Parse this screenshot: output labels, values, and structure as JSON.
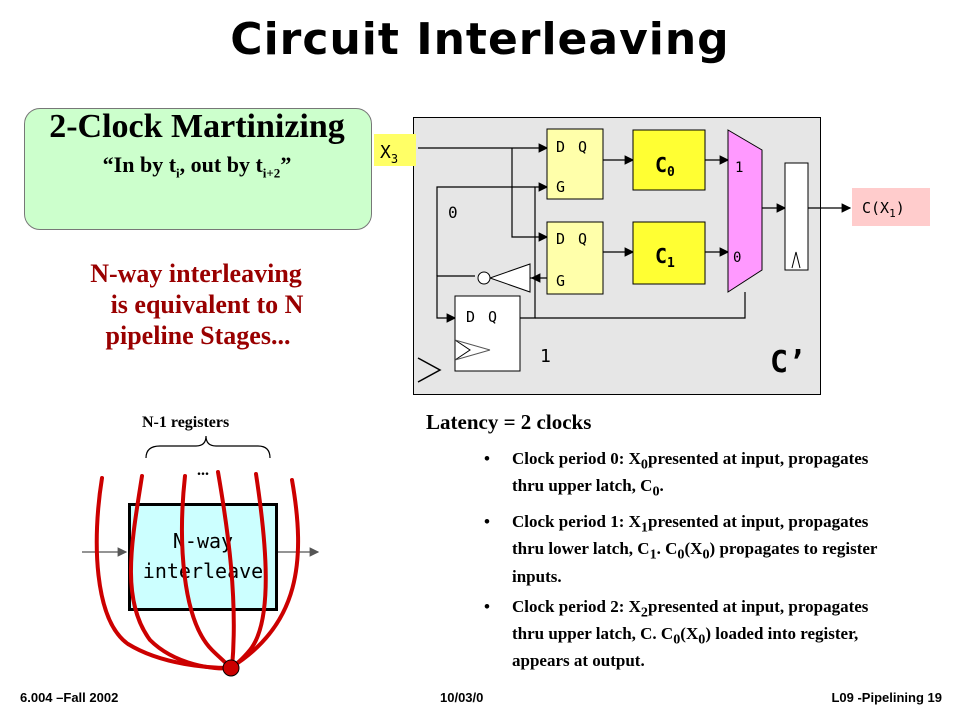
{
  "title": "Circuit Interleaving",
  "martinizing": {
    "title": "2-Clock Martinizing",
    "subtitle_prefix": "“In by t",
    "subtitle_sub1": "i",
    "subtitle_mid": ", out by t",
    "subtitle_sub2": "i+2",
    "subtitle_suffix": "”"
  },
  "statement": {
    "line1": "N-way interleaving",
    "line2": "is equivalent to N",
    "line3": "pipeline Stages..."
  },
  "circuit": {
    "input_label": "X",
    "input_sub": "3",
    "latch_d": "D",
    "latch_q": "Q",
    "latch_g": "G",
    "block0": "C",
    "block0_sub": "0",
    "block1": "C",
    "block1_sub": "1",
    "mux_top": "1",
    "mux_bottom": "0",
    "zero_label": "0",
    "one_label": "1",
    "ff_d": "D",
    "ff_q": "Q",
    "output_label": "C(X",
    "output_sub": "1",
    "output_suffix": ")",
    "big_label": "C’"
  },
  "latency": "Latency = 2 clocks",
  "bullets": [
    {
      "a": "Clock period 0: X",
      "s1": "0",
      "b": "presented at input, propagates thru upper latch, C",
      "s2": "0",
      "c": ".",
      "s3": "",
      "d": "",
      "s4": "",
      "e": ""
    },
    {
      "a": "Clock period 1: X",
      "s1": "1",
      "b": "presented at input, propagates thru lower latch, C",
      "s2": "1",
      "c": ". C",
      "s3": "0",
      "d": "(X",
      "s4": "0",
      "e": ") propagates to register inputs."
    },
    {
      "a": "Clock period 2: X",
      "s1": "2",
      "b": "presented at input, propagates thru upper latch, C. C",
      "s2": "0",
      "c": "(X",
      "s3": "0",
      "d": ") loaded into register, appears at output.",
      "s4": "",
      "e": ""
    }
  ],
  "diagram2": {
    "registers_label": "N-1 registers",
    "dots": "...",
    "box_line1": "N-way",
    "box_line2": "interleave"
  },
  "footer": {
    "left": "6.004 –Fall 2002",
    "center": "10/03/0",
    "right": "L09 -Pipelining 19"
  },
  "colors": {
    "martinizing_box": "#ccffcc",
    "statement_text": "#990000",
    "circuit_bg": "#e6e6e6",
    "latch_fill": "#ffffaa",
    "block_fill": "#ffff33",
    "mux_fill": "#ff99ff",
    "input_tag": "#ffff66",
    "output_tag": "#ffcccc",
    "interleave_box": "#ccffff",
    "wire_red": "#cc0000"
  }
}
